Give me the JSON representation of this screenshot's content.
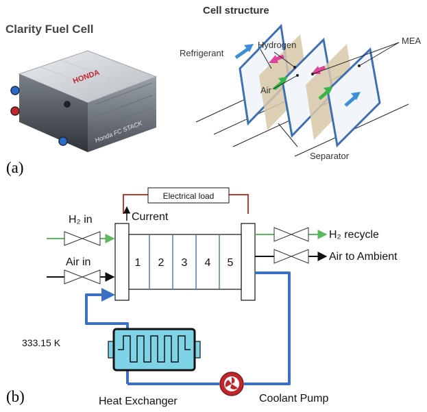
{
  "panel_a": {
    "label": "(a)",
    "product_title": "Clarity Fuel Cell",
    "stack_brand_top": "HONDA",
    "stack_brand_side": "Honda FC STACK",
    "cell_structure_title": "Cell structure",
    "labels": {
      "refrigerant": "Refrigerant",
      "hydrogen": "Hydrogen",
      "air": "Air",
      "mea": "MEA",
      "separator": "Separator"
    }
  },
  "panel_b": {
    "label": "(b)",
    "electrical_load": "Electrical load",
    "current": "Current",
    "h2_in": "H₂ in",
    "air_in": "Air in",
    "h2_recycle": "H₂ recycle",
    "air_to_ambient": "Air to Ambient",
    "temperature": "333.15 K",
    "heat_exchanger": "Heat Exchanger",
    "coolant_pump": "Coolant Pump",
    "cells": [
      "1",
      "2",
      "3",
      "4",
      "5"
    ]
  },
  "colors": {
    "hydrogen_line": "#5cb85c",
    "coolant_line": "#3a6fc4",
    "load_wire": "#c0392b",
    "pump": "#c0272d",
    "heat_exchanger_fill": "#7ed3e6",
    "plate_outline": "#3d6fb5",
    "mea_fill": "#d8c8a8"
  }
}
